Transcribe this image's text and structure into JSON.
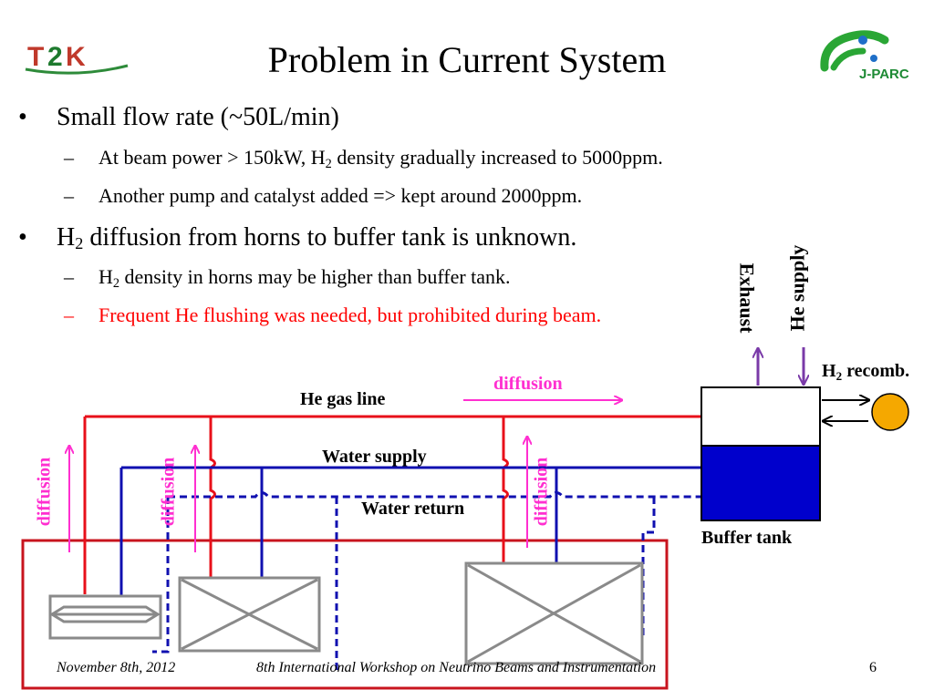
{
  "slide": {
    "title": "Problem in Current System",
    "logos": {
      "left": "T2K",
      "right": "J-PARC"
    },
    "bullets": {
      "b1": "Small flow rate (~50L/min)",
      "b1_1_pre": "At beam power > 150kW, H",
      "b1_1_sub": "2",
      "b1_1_post": " density gradually increased to 5000ppm.",
      "b1_2": "Another pump and catalyst added => kept around 2000ppm.",
      "b2_pre": "H",
      "b2_sub": "2",
      "b2_post": " diffusion from horns to buffer tank is unknown.",
      "b2_1_pre": "H",
      "b2_1_sub": "2",
      "b2_1_post": " density in horns may be higher than buffer tank.",
      "b2_2": "Frequent He flushing was needed, but prohibited during beam."
    },
    "bullet_glyph": "•",
    "dash_glyph": "–"
  },
  "diagram": {
    "he_gas_line": "He gas line",
    "water_supply": "Water supply",
    "water_return": "Water return",
    "buffer_tank": "Buffer tank",
    "exhaust": "Exhaust",
    "he_supply": "He supply",
    "h2_recomb_pre": "H",
    "h2_recomb_sub": "2",
    "h2_recomb_post": " recomb.",
    "diffusion": "diffusion",
    "colors": {
      "he_line": "#e8101a",
      "water": "#1010b0",
      "diffusion": "#ff2fd0",
      "tank_water": "#0000cc",
      "recombiner": "#f5a800",
      "horn": "#8a8a8a",
      "enclosure": "#c8141e"
    }
  },
  "footer": {
    "date": "November 8th, 2012",
    "event": "8th International Workshop on Neutrino Beams and Instrumentation",
    "page": "6"
  }
}
